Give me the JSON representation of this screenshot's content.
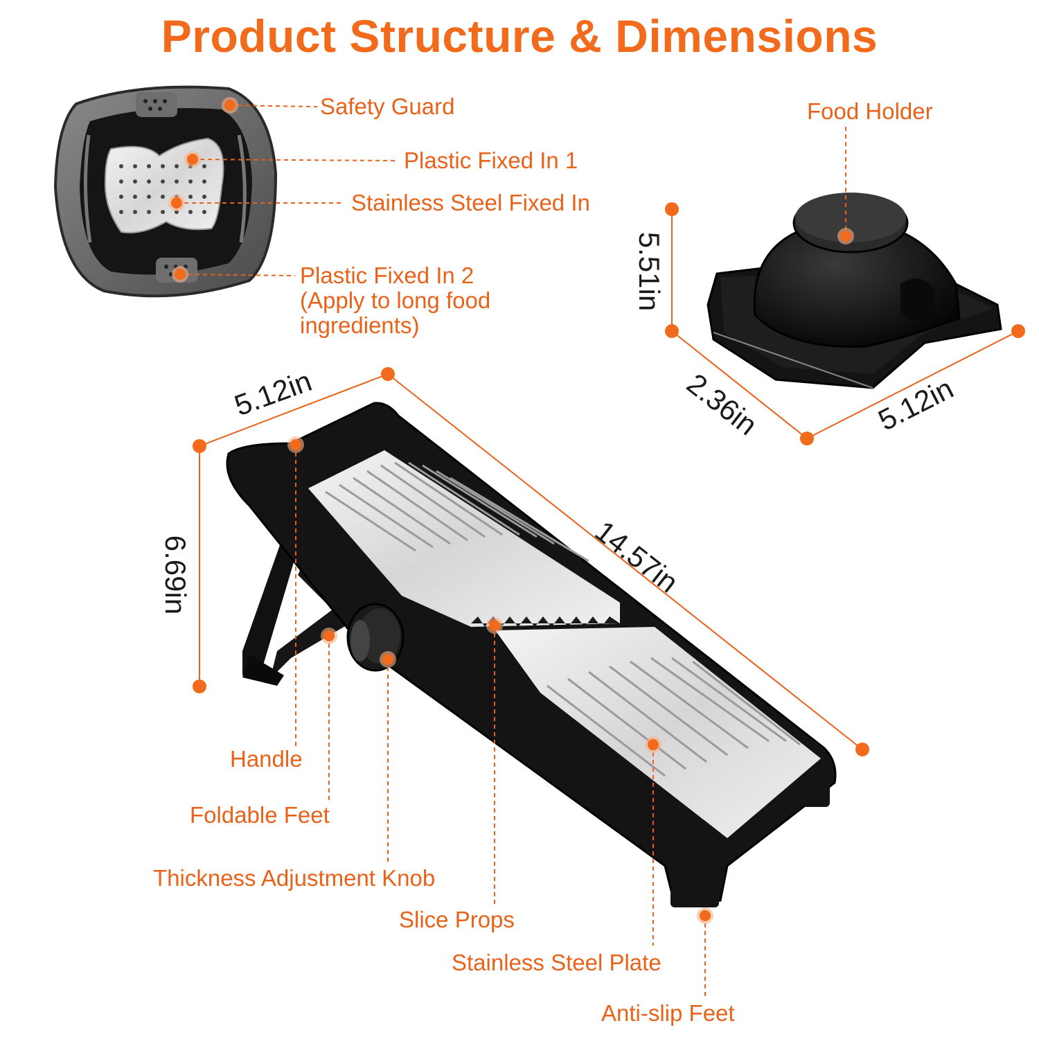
{
  "page": {
    "title": "Product Structure & Dimensions"
  },
  "colors": {
    "accent": "#f26a1b",
    "product_black": "#141414",
    "steel": "#e6e6e6",
    "dimension_text": "#1a1a1a"
  },
  "callouts": {
    "safety_guard": "Safety Guard",
    "plastic_fixed_in_1": "Plastic Fixed In 1",
    "stainless_steel_fixed_in": "Stainless Steel Fixed In",
    "plastic_fixed_in_2": "Plastic Fixed In 2 (Apply to long food ingredients)",
    "food_holder": "Food Holder",
    "handle": "Handle",
    "foldable_feet": "Foldable Feet",
    "thickness_knob": "Thickness Adjustment Knob",
    "slice_props": "Slice Props",
    "stainless_steel_plate": "Stainless Steel Plate",
    "anti_slip_feet": "Anti-slip Feet"
  },
  "dimensions": {
    "holder_height": "5.51in",
    "holder_depth": "2.36in",
    "holder_width": "5.12in",
    "slicer_width": "5.12in",
    "slicer_length": "14.57in",
    "slicer_height": "6.69in"
  }
}
